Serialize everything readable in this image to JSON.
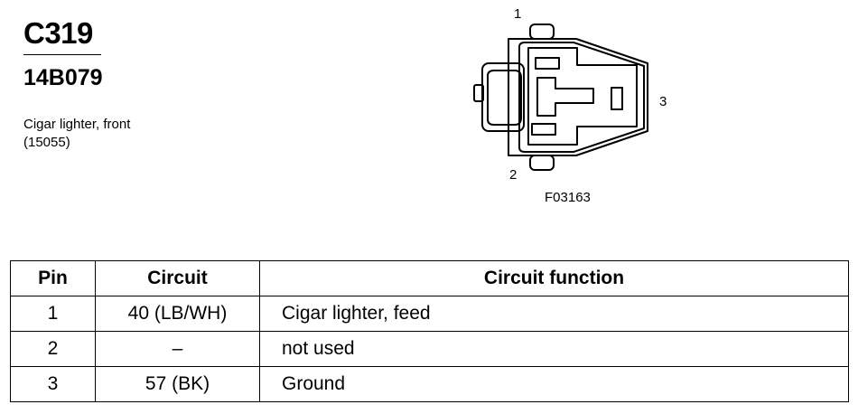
{
  "connector": {
    "id": "C319",
    "part_number": "14B079",
    "description_line1": "Cigar lighter, front",
    "description_line2": "(15055)"
  },
  "diagram": {
    "pin_1": "1",
    "pin_2": "2",
    "pin_3": "3",
    "figure_code": "F03163"
  },
  "table": {
    "headers": [
      "Pin",
      "Circuit",
      "Circuit function"
    ],
    "rows": [
      {
        "pin": "1",
        "circuit": "40 (LB/WH)",
        "function": "Cigar lighter, feed"
      },
      {
        "pin": "2",
        "circuit": "–",
        "function": "not used"
      },
      {
        "pin": "3",
        "circuit": "57 (BK)",
        "function": "Ground"
      }
    ]
  }
}
